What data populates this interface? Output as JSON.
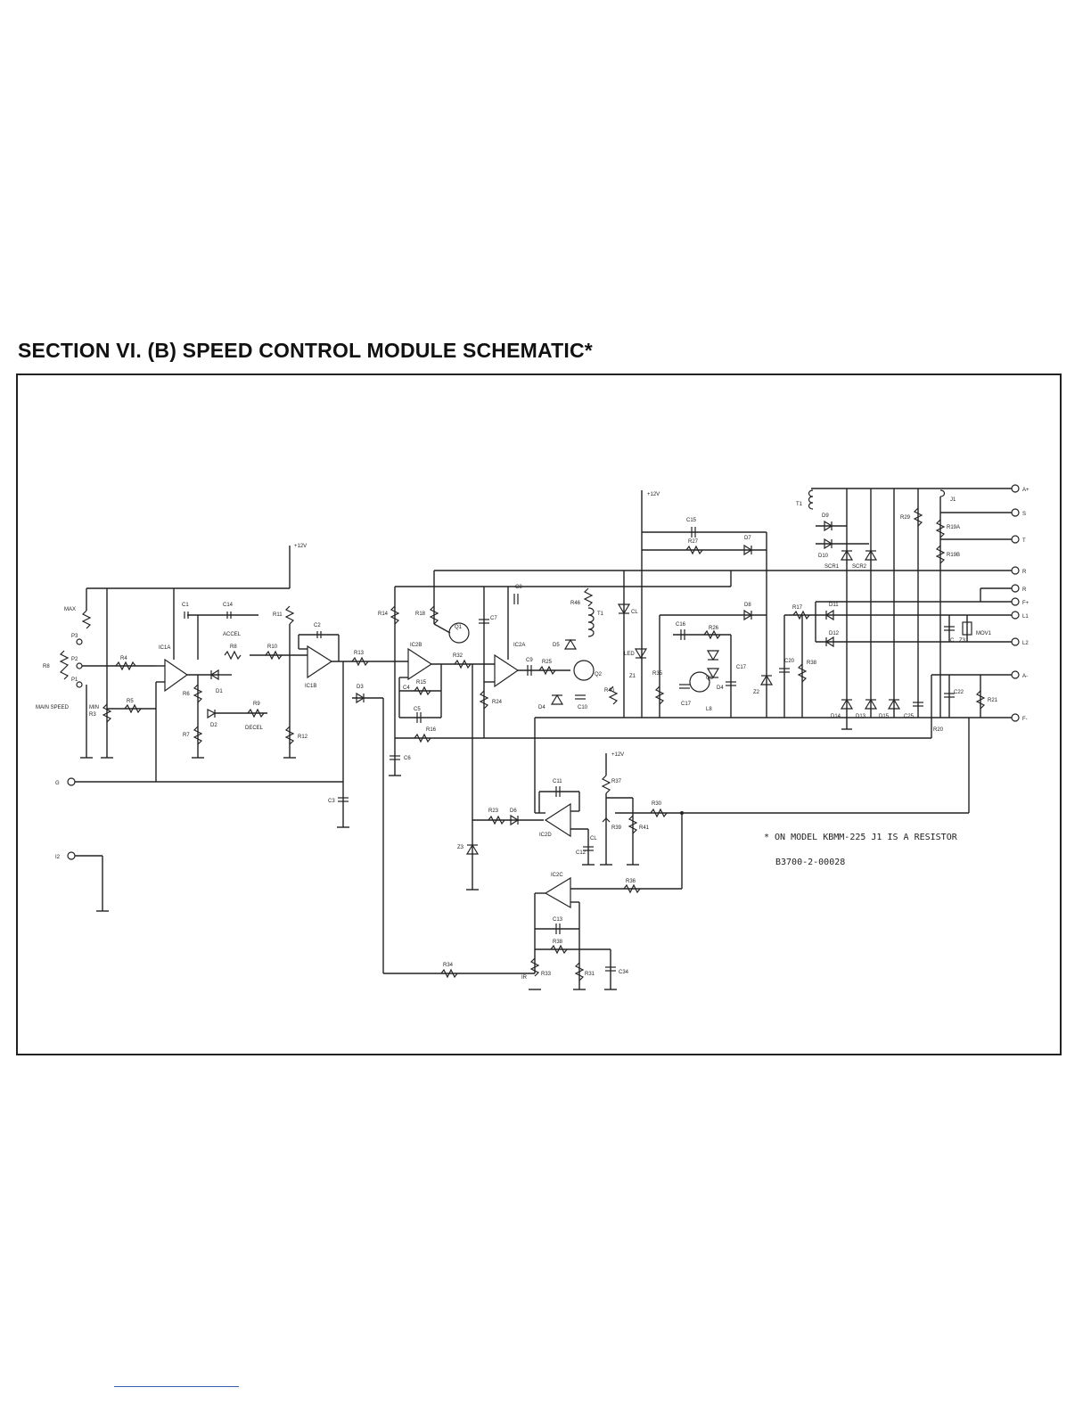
{
  "page": {
    "title": "SECTION VI. (B) SPEED CONTROL MODULE SCHEMATIC*"
  },
  "diagram": {
    "note_line_1": "* ON MODEL KBMM-225 J1 IS A RESISTOR",
    "note_line_2": "B3700-2-00028",
    "terminals": [
      "A+",
      "S",
      "T",
      "R",
      "R",
      "F+",
      "L1",
      "L2",
      "A-",
      "F-",
      "G",
      "I2"
    ],
    "labels": {
      "supply": "+12V",
      "max": "MAX",
      "p1": "P1",
      "p2": "P2",
      "p3": "P3",
      "main_speed": "MAIN SPEED",
      "min": "MIN",
      "accel": "ACCEL",
      "decel": "DECEL",
      "ic1a": "IC1A",
      "ic1b": "IC1B",
      "ic2b": "IC2B",
      "ic2a": "IC2A",
      "ic2d": "IC2D",
      "ic2c": "IC2C",
      "t1": "T1",
      "q1": "Q1",
      "q2": "Q2",
      "q3": "Q3",
      "led": "LED",
      "cl": "CL",
      "scr1": "SCR1",
      "scr2": "SCR2",
      "j1": "J1",
      "mov": "MOV1"
    }
  }
}
